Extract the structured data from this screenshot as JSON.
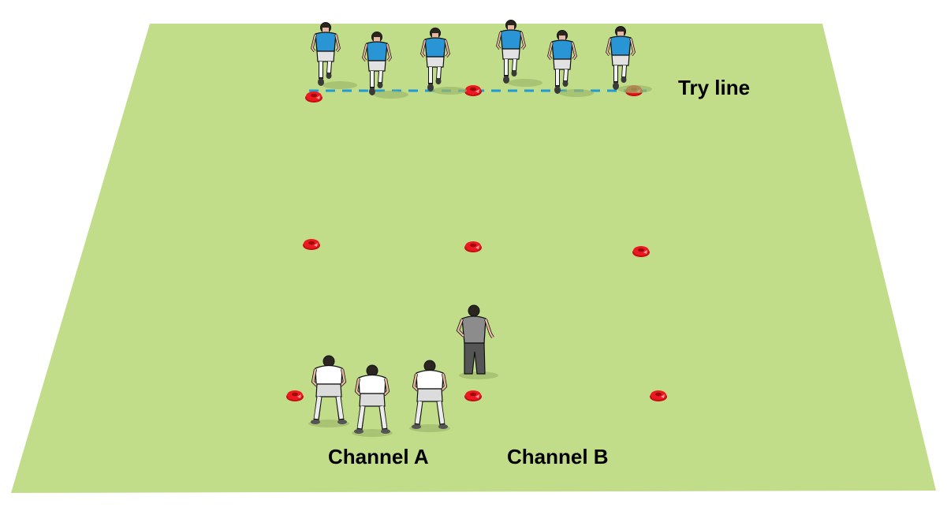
{
  "labels": {
    "try_line": "Try line",
    "channel_a": "Channel A",
    "channel_b": "Channel B"
  },
  "colors": {
    "pitch": "#c1dd89",
    "try_line": "#1e9ad6",
    "defender_shirt": "#2a95d5",
    "attacker_shirt": "#ffffff",
    "coach_shirt": "#8a8a8a",
    "cone": "#e8141b"
  },
  "counts": {
    "defenders": 6,
    "attackers": 3,
    "coaches": 1,
    "cones": 9
  }
}
